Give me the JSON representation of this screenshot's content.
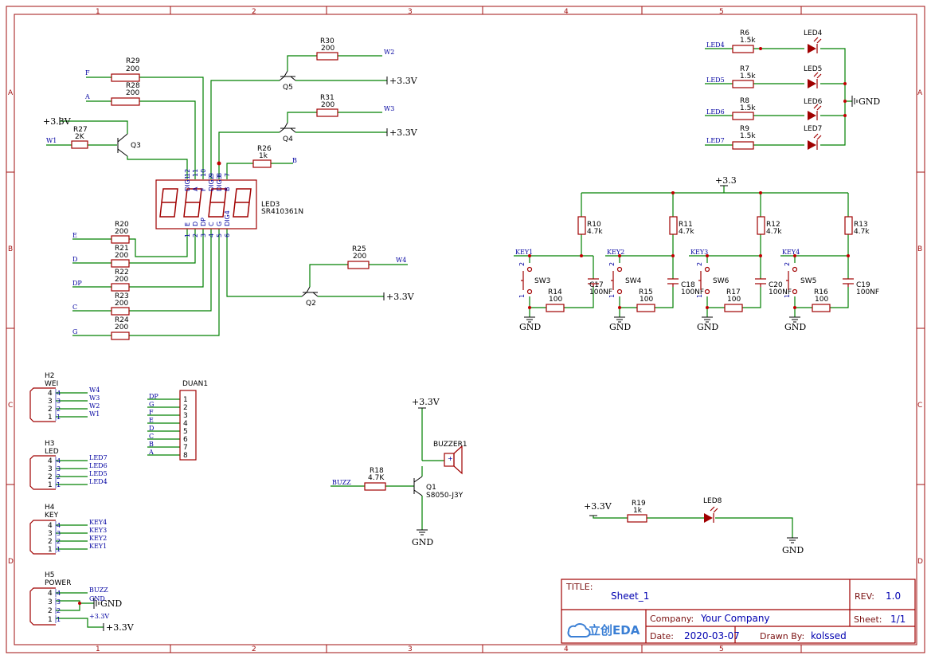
{
  "frame": {
    "col_labels": [
      "1",
      "2",
      "3",
      "4",
      "5"
    ],
    "row_labels": [
      "A",
      "B",
      "C",
      "D"
    ]
  },
  "resistors": {
    "R29": {
      "name": "R29",
      "value": "200"
    },
    "R28": {
      "name": "R28",
      "value": "200"
    },
    "R27": {
      "name": "R27",
      "value": "2K"
    },
    "R30": {
      "name": "R30",
      "value": "200"
    },
    "R31": {
      "name": "R31",
      "value": "200"
    },
    "R26": {
      "name": "R26",
      "value": "1k"
    },
    "R25": {
      "name": "R25",
      "value": "200"
    },
    "R20": {
      "name": "R20",
      "value": "200"
    },
    "R21": {
      "name": "R21",
      "value": "200"
    },
    "R22": {
      "name": "R22",
      "value": "200"
    },
    "R23": {
      "name": "R23",
      "value": "200"
    },
    "R24": {
      "name": "R24",
      "value": "200"
    },
    "R6": {
      "name": "R6",
      "value": "1.5k"
    },
    "R7": {
      "name": "R7",
      "value": "1.5k"
    },
    "R8": {
      "name": "R8",
      "value": "1.5k"
    },
    "R9": {
      "name": "R9",
      "value": "1.5k"
    },
    "R10": {
      "name": "R10",
      "value": "4.7k"
    },
    "R11": {
      "name": "R11",
      "value": "4.7k"
    },
    "R12": {
      "name": "R12",
      "value": "4.7k"
    },
    "R13": {
      "name": "R13",
      "value": "4.7k"
    },
    "R14": {
      "name": "R14",
      "value": "100"
    },
    "R15": {
      "name": "R15",
      "value": "100"
    },
    "R17": {
      "name": "R17",
      "value": "100"
    },
    "R16": {
      "name": "R16",
      "value": "100"
    },
    "R18": {
      "name": "R18",
      "value": "4.7K"
    },
    "R19": {
      "name": "R19",
      "value": "1k"
    }
  },
  "capacitors": {
    "C17": {
      "name": "C17",
      "value": "100NF"
    },
    "C18": {
      "name": "C18",
      "value": "100NF"
    },
    "C20": {
      "name": "C20",
      "value": "100NF"
    },
    "C19": {
      "name": "C19",
      "value": "100NF"
    }
  },
  "transistors": {
    "Q1": {
      "name": "Q1",
      "value": "S8050-J3Y"
    },
    "Q2": {
      "name": "Q2"
    },
    "Q3": {
      "name": "Q3"
    },
    "Q4": {
      "name": "Q4"
    },
    "Q5": {
      "name": "Q5"
    }
  },
  "switches": [
    "SW3",
    "SW4",
    "SW6",
    "SW5"
  ],
  "leds": [
    "LED4",
    "LED5",
    "LED6",
    "LED7",
    "LED8"
  ],
  "display": {
    "name": "LED3",
    "part": "SR410361N",
    "top_pins": [
      "12",
      "11",
      "10",
      "9",
      "8",
      "7"
    ],
    "top_names": [
      "DIG1",
      "A",
      "F",
      "DIG2",
      "DIG3",
      "B"
    ],
    "bottom_pins": [
      "1",
      "2",
      "3",
      "4",
      "5",
      "6"
    ],
    "bottom_names": [
      "E",
      "D",
      "DP",
      "C",
      "G",
      "DIG4"
    ]
  },
  "buzzer": {
    "name": "BUZZER1"
  },
  "nets": {
    "F": "F",
    "A": "A",
    "W1": "W1",
    "W2": "W2",
    "W3": "W3",
    "W4": "W4",
    "B": "B",
    "E": "E",
    "D": "D",
    "DP": "DP",
    "C": "C",
    "G": "G",
    "LED4": "LED4",
    "LED5": "LED5",
    "LED6": "LED6",
    "LED7": "LED7",
    "KEY1": "KEY1",
    "KEY2": "KEY2",
    "KEY3": "KEY3",
    "KEY4": "KEY4",
    "BUZZ": "BUZZ"
  },
  "power": {
    "v33": "+3.3V",
    "v33s": "+3.3",
    "gnd": "GND"
  },
  "headers": {
    "H2": {
      "name": "H2",
      "label": "WEI",
      "nets": [
        "W4",
        "W3",
        "W2",
        "W1"
      ]
    },
    "H3": {
      "name": "H3",
      "label": "LED",
      "nets": [
        "LED7",
        "LED6",
        "LED5",
        "LED4"
      ]
    },
    "H4": {
      "name": "H4",
      "label": "KEY",
      "nets": [
        "KEY4",
        "KEY3",
        "KEY2",
        "KEY1"
      ]
    },
    "H5": {
      "name": "H5",
      "label": "POWER",
      "nets": [
        "BUZZ",
        "GND",
        "",
        "+3.3V"
      ]
    },
    "pins": [
      "4",
      "3",
      "2",
      "1"
    ]
  },
  "duan": {
    "name": "DUAN1",
    "nets": [
      "DP",
      "G",
      "F",
      "E",
      "D",
      "C",
      "B",
      "A"
    ],
    "pins": [
      "1",
      "2",
      "3",
      "4",
      "5",
      "6",
      "7",
      "8"
    ]
  },
  "title_block": {
    "title_label": "TITLE:",
    "title": "Sheet_1",
    "rev_label": "REV:",
    "rev": "1.0",
    "company_label": "Company:",
    "company": "Your Company",
    "sheet_label": "Sheet:",
    "sheet": "1/1",
    "date_label": "Date:",
    "date": "2020-03-07",
    "drawn_label": "Drawn By:",
    "drawn": "kolssed",
    "logo_text": "立创EDA"
  }
}
